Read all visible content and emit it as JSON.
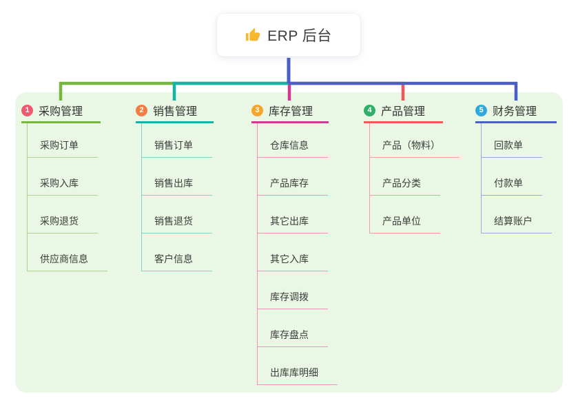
{
  "root": {
    "title": "ERP 后台",
    "icon": "thumbs-up"
  },
  "colors": {
    "page_bg": "#ffffff",
    "panel_bg": "#eaf7e4",
    "trunk": "#4a5fc6",
    "thumb": "#f5b82e"
  },
  "branches": [
    {
      "index": "1",
      "label": "采购管理",
      "badge_color": "#ee5a6f",
      "line_color": "#76b73d",
      "child_line_color": "#a9d58a",
      "children": [
        "采购订单",
        "采购入库",
        "采购退货",
        "供应商信息"
      ]
    },
    {
      "index": "2",
      "label": "销售管理",
      "badge_color": "#f57b45",
      "line_color": "#13b3a6",
      "child_line_color": "#7fd3ca",
      "children": [
        "销售订单",
        "销售出库",
        "销售退货",
        "客户信息"
      ]
    },
    {
      "index": "3",
      "label": "库存管理",
      "badge_color": "#f5a62a",
      "line_color": "#d23a92",
      "child_line_color": "#ef93c0",
      "children": [
        "仓库信息",
        "产品库存",
        "其它出库",
        "其它入库",
        "库存调拨",
        "库存盘点",
        "出库库明细"
      ]
    },
    {
      "index": "4",
      "label": "产品管理",
      "badge_color": "#2fae68",
      "line_color": "#ee5a5a",
      "child_line_color": "#f79d96",
      "children": [
        "产品（物料）",
        "产品分类",
        "产品单位"
      ]
    },
    {
      "index": "5",
      "label": "财务管理",
      "badge_color": "#2ea8de",
      "line_color": "#4a5fc6",
      "child_line_color": "#97a9dd",
      "children": [
        "回款单",
        "付款单",
        "结算账户"
      ]
    }
  ]
}
